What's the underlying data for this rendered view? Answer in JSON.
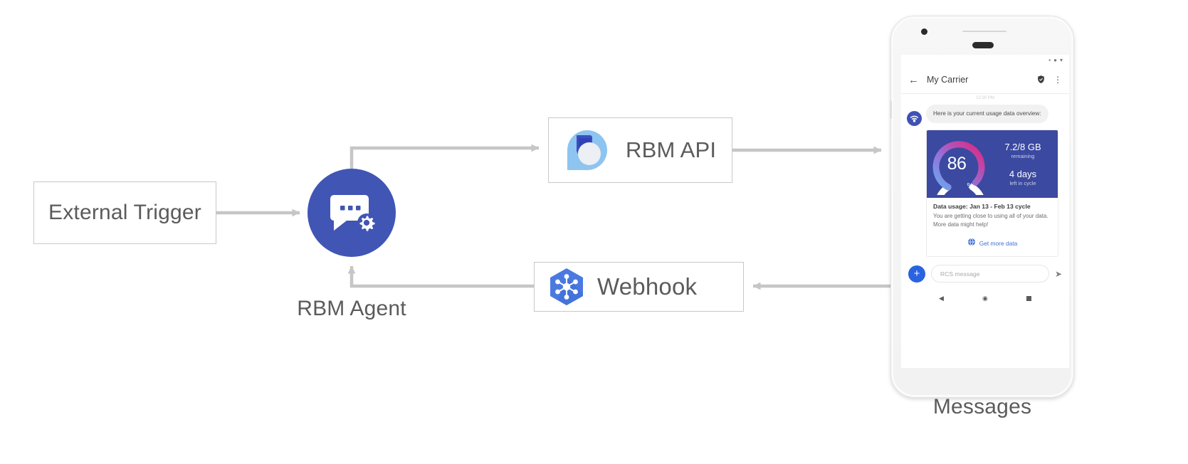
{
  "diagram": {
    "nodes": {
      "external_trigger": {
        "label": "External Trigger"
      },
      "rbm_agent": {
        "label": "RBM Agent",
        "icon": "chat-gear-icon",
        "color": "#4055b4"
      },
      "rbm_api": {
        "label": "RBM API",
        "icon": "rbm-droplet-logo"
      },
      "webhook": {
        "label": "Webhook",
        "icon": "webhook-hexagon-icon",
        "color": "#4a7ae0"
      },
      "messages": {
        "label": "Messages"
      }
    },
    "connector_color": "#c6c6c6"
  },
  "phone": {
    "status_bar": {
      "signal": "▪",
      "wifi": "●",
      "battery": "▾"
    },
    "header": {
      "back_icon": "back-arrow-icon",
      "title": "My Carrier",
      "verified_icon": "verified-shield-icon",
      "overflow_icon": "more-vert-icon"
    },
    "timestamp": "12:30 PM",
    "message": {
      "avatar_icon": "carrier-wifi-avatar-icon",
      "text": "Here is your current usage data overview:"
    },
    "card": {
      "gauge": {
        "percent": "86",
        "percent_symbol": "%",
        "value": 86,
        "track_color": "#ffffff",
        "gradient_from": "#6aa8ee",
        "gradient_mid": "#a06bd0",
        "gradient_to": "#e0257f",
        "hero_bg": "#3b49a0"
      },
      "stats": [
        {
          "value": "7.2/8 GB",
          "label": "remaining"
        },
        {
          "value": "4 days",
          "label": "left in cycle"
        }
      ],
      "title": "Data usage: Jan 13 - Feb 13 cycle",
      "body": "You are getting close to using all of your data. More data might help!",
      "action": {
        "icon": "globe-icon",
        "label": "Get more data",
        "color": "#3f6fd8"
      }
    },
    "composer": {
      "plus_icon": "plus-icon",
      "placeholder": "RCS message",
      "send_icon": "send-icon"
    },
    "nav_bar": {
      "back_icon": "nav-back-triangle-icon",
      "home_icon": "nav-home-circle-icon",
      "recents_icon": "nav-recents-square-icon"
    }
  }
}
